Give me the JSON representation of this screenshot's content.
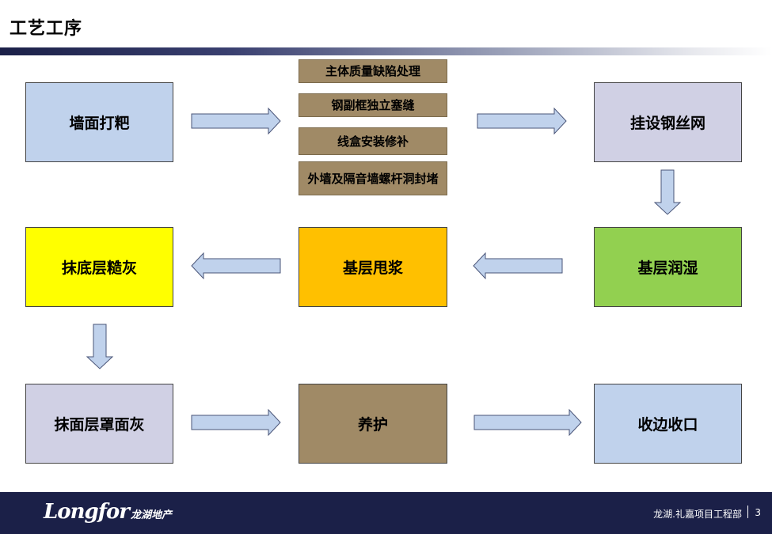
{
  "page": {
    "title": "工艺工序"
  },
  "steps": {
    "wall_roughening": {
      "label": "墙面打粑",
      "color": "#c0d2ec"
    },
    "hang_mesh": {
      "label": "挂设钢丝网",
      "color": "#d0d0e4"
    },
    "base_wetting": {
      "label": "基层润湿",
      "color": "#92d050"
    },
    "base_slurry": {
      "label": "基层甩浆",
      "color": "#ffc000"
    },
    "base_coat": {
      "label": "抹底层糙灰",
      "color": "#ffff00"
    },
    "finish_coat": {
      "label": "抹面层罩面灰",
      "color": "#d0d0e4"
    },
    "curing": {
      "label": "养护",
      "color": "#a08a66"
    },
    "edge_finish": {
      "label": "收边收口",
      "color": "#c0d2ec"
    }
  },
  "pre_tasks": [
    {
      "label": "主体质量缺陷处理"
    },
    {
      "label": "钢副框独立塞缝"
    },
    {
      "label": "线盒安装修补"
    },
    {
      "label": "外墙及隔音墙螺杆洞封堵"
    }
  ],
  "footer": {
    "logo_text": "Longfor",
    "logo_cn": "龙湖地产",
    "department": "龙湖.礼嘉项目工程部",
    "page_number": "3"
  }
}
